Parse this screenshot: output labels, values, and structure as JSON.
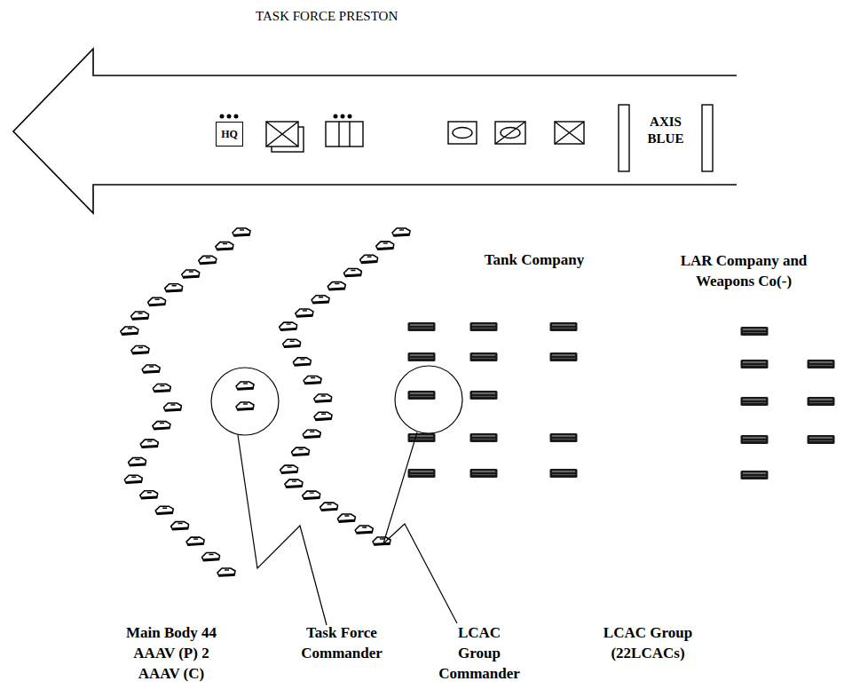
{
  "diagram": {
    "title": "TASK FORCE PRESTON",
    "nodes": [
      {
        "text": [
          "HQ"
        ]
      }
    ],
    "labels": [
      "AXIS BLUE",
      "Tank Company",
      "LAR Company and Weapons Co(-)",
      "Main Body 44 AAAV (P) 2 AAAV (C)",
      "Task Force Commander",
      "LCAC Group Commander",
      "LCAC Group (22LCACs)"
    ]
  }
}
